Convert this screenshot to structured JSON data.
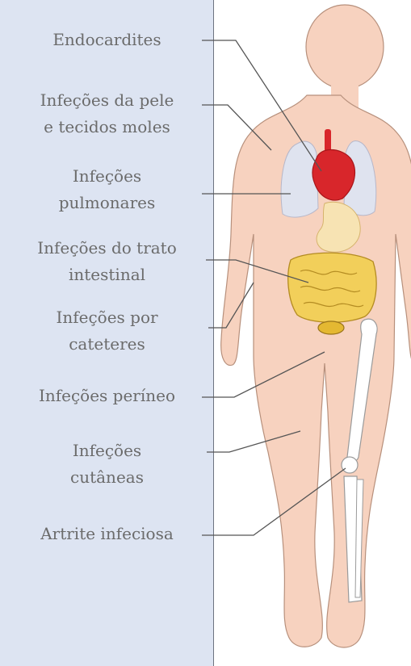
{
  "labels": [
    {
      "id": "endocarditis",
      "text": "Endocardites"
    },
    {
      "id": "skin",
      "text": "Infeções da pele\ne tecidos moles"
    },
    {
      "id": "lungs",
      "text": "Infeções\npulmonares"
    },
    {
      "id": "intestinal",
      "text": "Infeções do trato\nintestinal"
    },
    {
      "id": "catheter",
      "text": "Infeções por\ncateteres"
    },
    {
      "id": "perineum",
      "text": "Infeções períneo"
    },
    {
      "id": "cutaneous",
      "text": "Infeções\ncutâneas"
    },
    {
      "id": "arthritis",
      "text": "Artrite infeciosa"
    }
  ],
  "colors": {
    "panel": "#dde4f2",
    "body": "#f7d2bf",
    "body_outline": "#b7907c",
    "heart": "#d8262b",
    "lungs": "#dfe3ef",
    "stomach": "#f7e3b3",
    "intestine": "#f2cf5a",
    "bone": "#ffffff",
    "leader": "#555555"
  }
}
